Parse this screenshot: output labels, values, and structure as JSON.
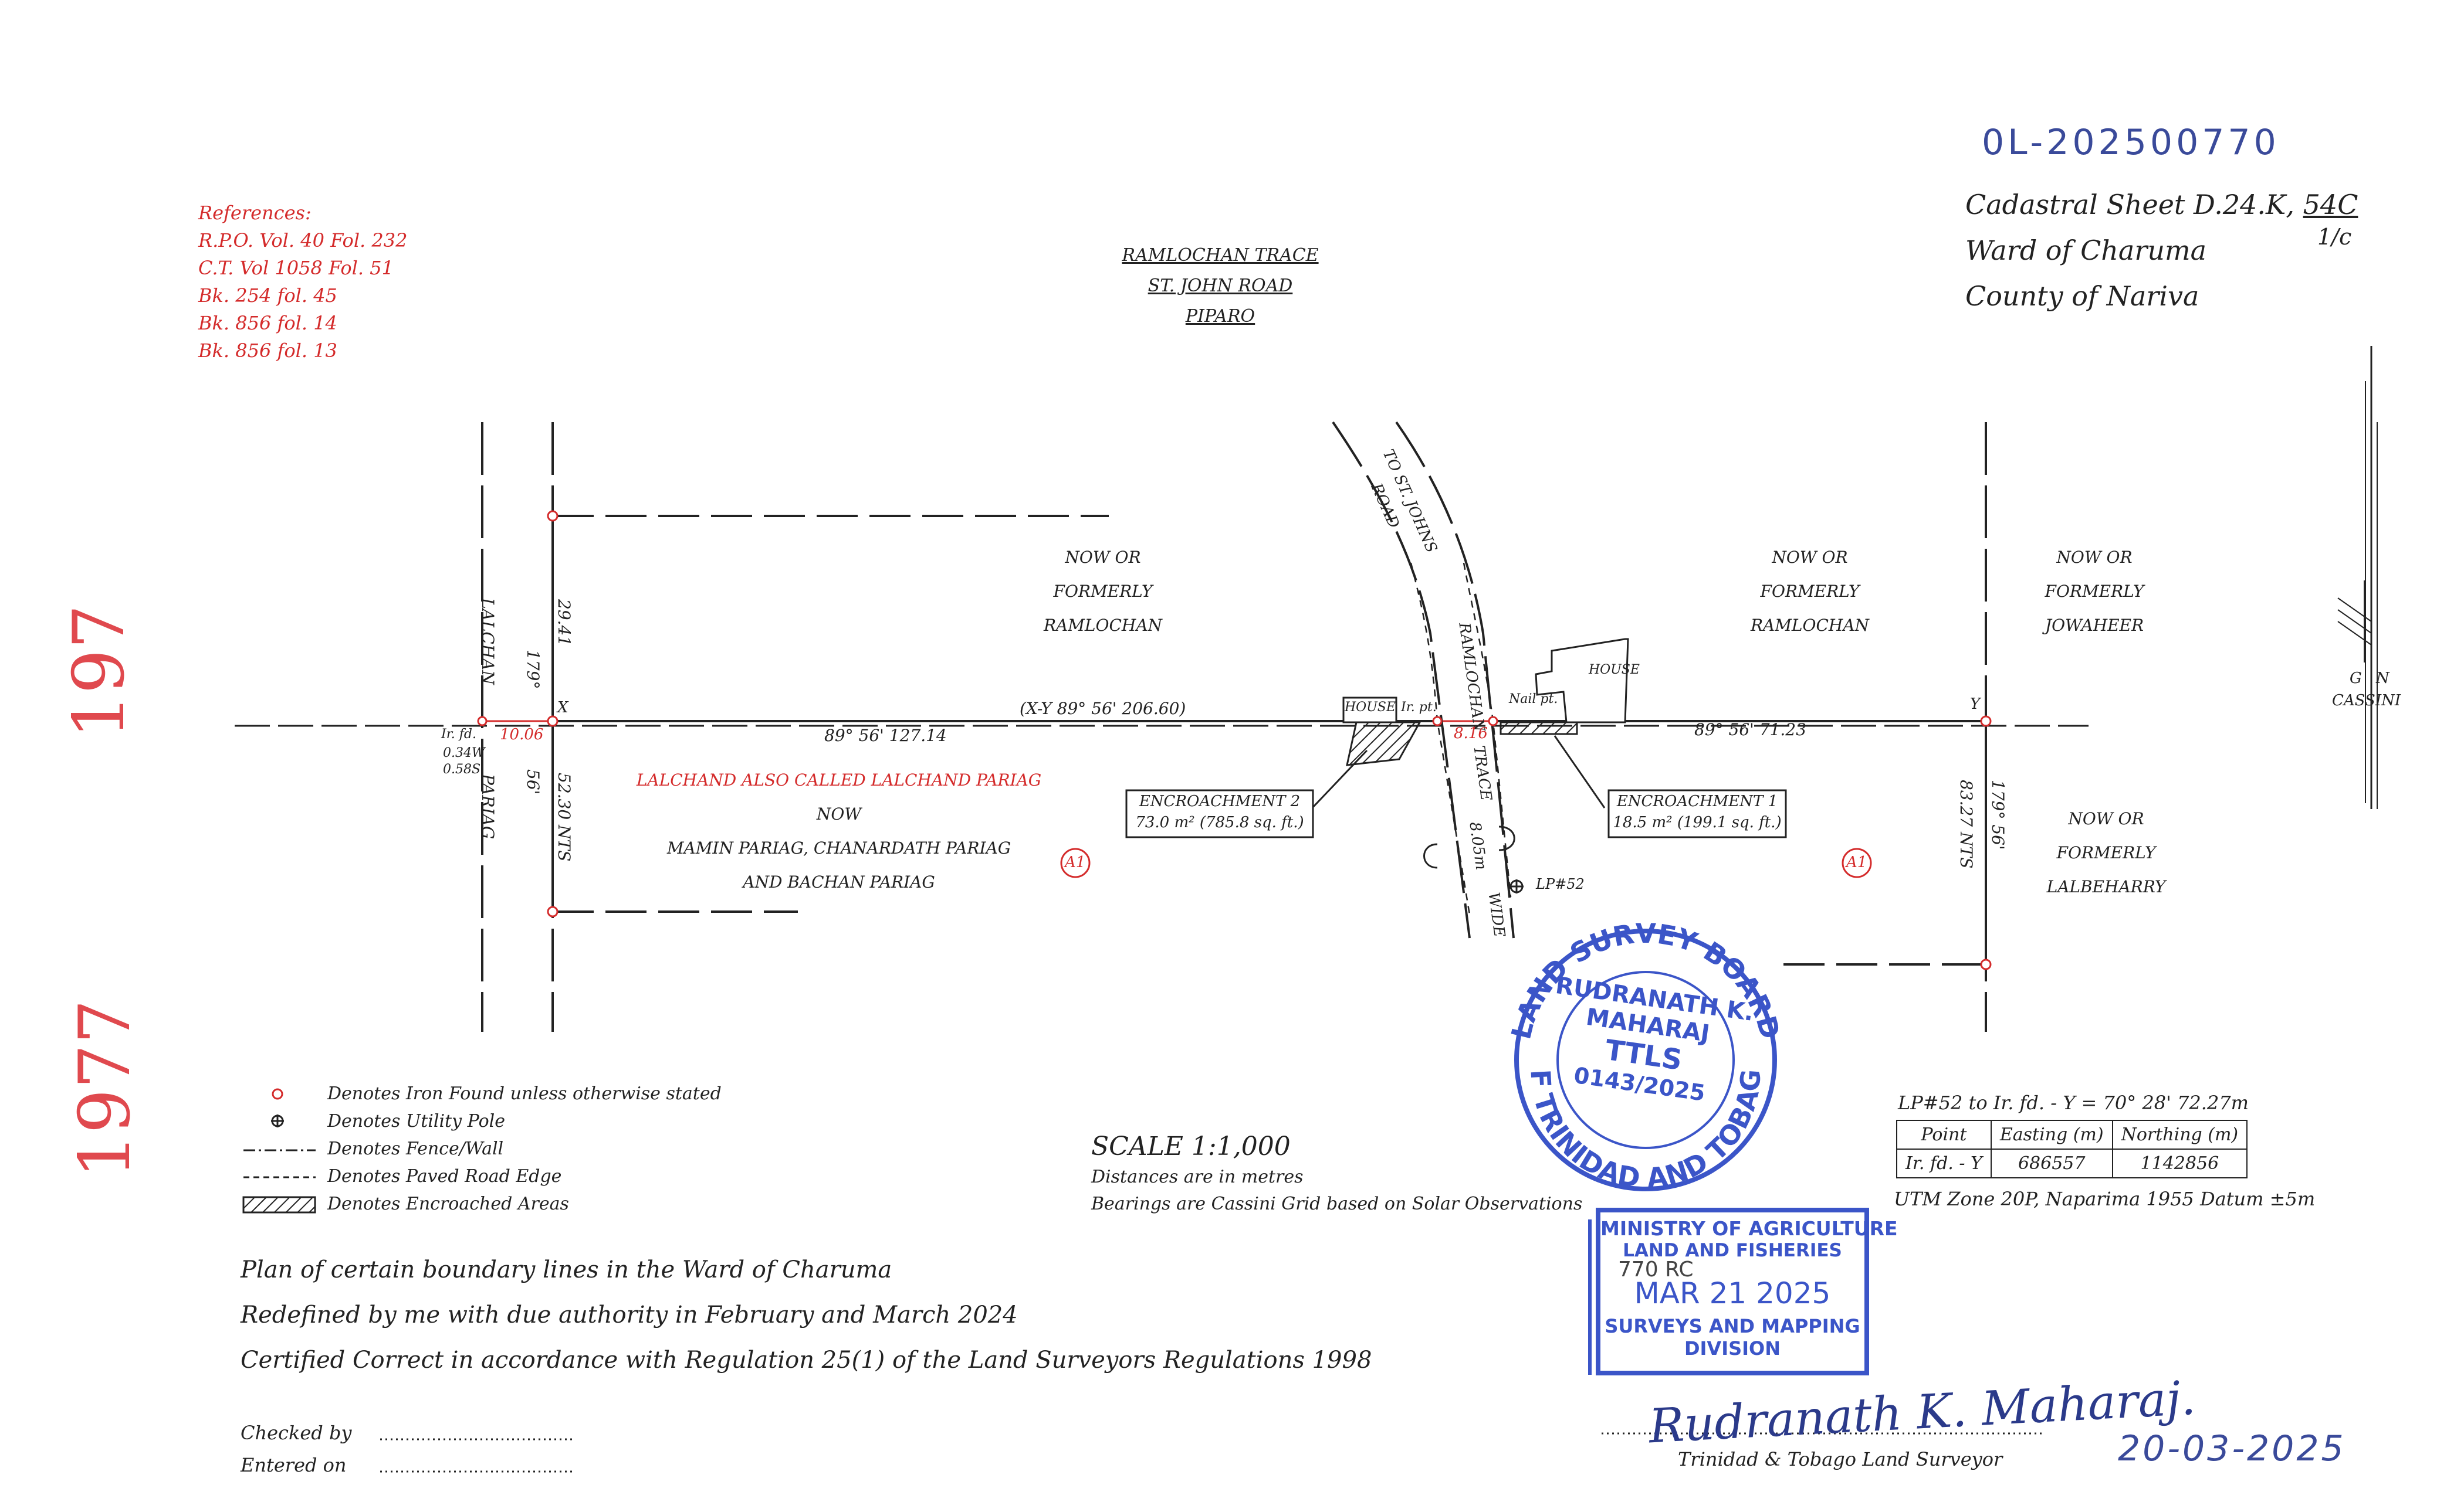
{
  "file_number": "0L-202500770",
  "references": {
    "heading": "References:",
    "items": [
      "R.P.O. Vol. 40 Fol. 232",
      "C.T. Vol 1058 Fol. 51",
      "Bk. 254 fol. 45",
      "Bk. 856 fol. 14",
      "Bk. 856 fol. 13"
    ]
  },
  "location": {
    "line1": "RAMLOCHAN TRACE",
    "line2": "ST. JOHN ROAD",
    "line3": "PIPARO"
  },
  "sheet": {
    "cadastral": "Cadastral Sheet D.24.K,",
    "cadastral_no": "54C",
    "cadastral_sub": "1/c",
    "ward": "Ward of Charuma",
    "county": "County of Nariva"
  },
  "margin_numbers": {
    "top": "197",
    "bottom": "1977"
  },
  "road_labels": {
    "to_st_johns": "TO ST. JOHNS",
    "road": "ROAD",
    "ramlochan": "RAMLOCHAN",
    "trace": "TRACE",
    "width": "8.05m",
    "wide": "WIDE"
  },
  "lalchan_road": {
    "name": "LALCHAN",
    "pariag": "PARIAG"
  },
  "parcels": {
    "north_west": [
      "NOW  OR",
      "FORMERLY",
      "RAMLOCHAN"
    ],
    "north_east": [
      "NOW  OR",
      "FORMERLY",
      "RAMLOCHAN"
    ],
    "east_north": [
      "NOW  OR",
      "FORMERLY",
      "JOWAHEER"
    ],
    "east_south": [
      "NOW  OR",
      "FORMERLY",
      "LALBEHARRY"
    ],
    "south_west": {
      "line1": "LALCHAND ALSO CALLED LALCHAND PARIAG",
      "line2": "NOW",
      "line3": "MAMIN PARIAG, CHANARDATH PARIAG",
      "line4": "AND BACHAN PARIAG"
    },
    "a1": "A1"
  },
  "survey_line": {
    "main_bearing": "(X-Y  89°  56'  206.60)",
    "west_segment": "89°  56'  127.14",
    "east_segment": "89°  56'  71.23",
    "road_gap": "8.16",
    "west_offset": "10.06",
    "iron_found": "Ir. fd.",
    "offset_w": "0.34W",
    "offset_s": "0.58S",
    "point_x": "X",
    "point_y": "Y",
    "iron_pt": "Ir. pt.",
    "nail_pt": "Nail pt.",
    "house": "HOUSE",
    "lp52": "LP#52"
  },
  "west_line": {
    "north_dist": "29.41",
    "north_bearing": "179°",
    "south_bearing": "56'",
    "south_dist": "52.30  NTS"
  },
  "east_line": {
    "bearing": "179°  56'",
    "dist": "83.27  NTS"
  },
  "encroachments": {
    "e1_title": "ENCROACHMENT 1",
    "e1_area": "18.5 m² (199.1 sq. ft.)",
    "e2_title": "ENCROACHMENT 2",
    "e2_area": "73.0 m² (785.8 sq. ft.)"
  },
  "north_arrow": {
    "label1": "G",
    "label2": "N",
    "label3": "CASSINI"
  },
  "legend": [
    "Denotes Iron Found unless otherwise stated",
    "Denotes Utility Pole",
    "Denotes Fence/Wall",
    "Denotes Paved Road Edge",
    "Denotes Encroached Areas"
  ],
  "scale": {
    "title": "SCALE  1:1,000",
    "line1": "Distances are in metres",
    "line2": "Bearings are Cassini Grid based on Solar Observations"
  },
  "tie": "LP#52 to Ir. fd. - Y = 70°  28'  72.27m",
  "coords_table": {
    "headers": [
      "Point",
      "Easting (m)",
      "Northing (m)"
    ],
    "rows": [
      [
        "Ir. fd. - Y",
        "686557",
        "1142856"
      ]
    ]
  },
  "datum": "UTM Zone 20P, Naparima 1955 Datum ±5m",
  "plan_text": [
    "Plan of certain boundary lines in the Ward of Charuma",
    "Redefined by me with due authority in February and March 2024",
    "Certified Correct in accordance with Regulation 25(1) of the Land Surveyors Regulations 1998"
  ],
  "checked_by": "Checked by",
  "entered_on": "Entered on",
  "surveyor_title": "Trinidad & Tobago Land Surveyor",
  "signature": "Rudranath K. Maharaj.",
  "sign_date": "20-03-2025",
  "stamp_board": {
    "top_arc": "LAND SURVEY BOARD",
    "bottom_arc": "OF TRINIDAD AND TOBAGO",
    "name1": "RUDRANATH K.",
    "name2": "MAHARAJ",
    "ttls": "TTLS",
    "number": "0143/2025"
  },
  "stamp_ministry": {
    "line1": "MINISTRY OF AGRICULTURE",
    "line2": "LAND AND FISHERIES",
    "hand_note": "770  RC",
    "date": "MAR 21 2025",
    "line4": "SURVEYS AND MAPPING",
    "line5": "DIVISION"
  },
  "colors": {
    "ink": "#222222",
    "red": "#d42b2b",
    "stamp_blue": "#3b55c8",
    "hand_blue": "#3a4a9a"
  }
}
